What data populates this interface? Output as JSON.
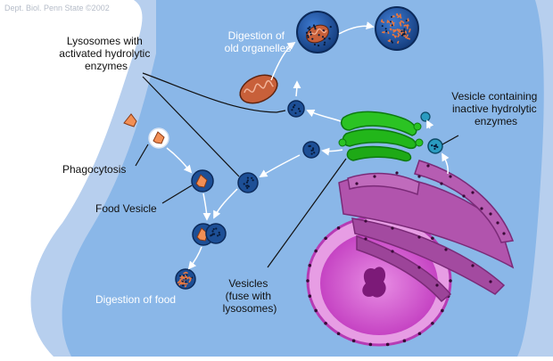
{
  "credit": "Dept. Biol. Penn State ©2002",
  "labels": {
    "lysosomes": [
      "Lysosomes with",
      "activated hydrolytic",
      "enzymes"
    ],
    "digestion_old": [
      "Digestion of",
      "old organelles"
    ],
    "vesicle_inactive": [
      "Vesicle containing",
      "inactive hydrolytic",
      "enzymes"
    ],
    "phagocytosis": "Phagocytosis",
    "food_vesicle": "Food Vesicle",
    "digestion_food": "Digestion of food",
    "vesicles_fuse": [
      "Vesicles",
      "(fuse with",
      "lysosomes)"
    ]
  },
  "colors": {
    "cytoplasm_outer": "#a9c3ea",
    "cytoplasm": "#86b4e6",
    "vesicle": "#1d4f96",
    "vesicle_edge": "#0c2a5a",
    "golgi": "#22b61a",
    "er": "#a0479d",
    "nucleus": "#cf3fcd",
    "nucleolus": "#7c1a78",
    "mitochondrion": "#c8603a",
    "food": "#f28f55"
  }
}
